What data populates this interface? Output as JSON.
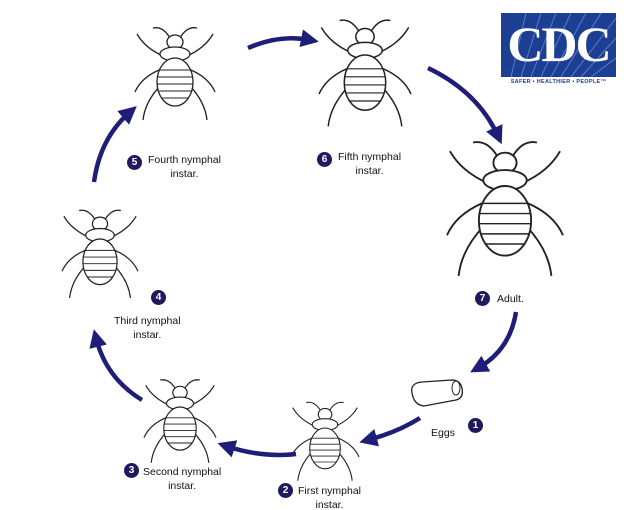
{
  "title": "Bed bug life cycle",
  "logo": {
    "text": "CDC",
    "tagline": "SAFER • HEALTHIER • PEOPLE™",
    "color": "#1c3f94"
  },
  "accent_color": "#1f1a5e",
  "stages": [
    {
      "number": "1",
      "label": "Eggs",
      "line2": ""
    },
    {
      "number": "2",
      "label": "First nymphal",
      "line2": "instar."
    },
    {
      "number": "3",
      "label": "Second nymphal",
      "line2": "instar."
    },
    {
      "number": "4",
      "label": "Third nymphal",
      "line2": "instar."
    },
    {
      "number": "5",
      "label": "Fourth nymphal",
      "line2": "instar."
    },
    {
      "number": "6",
      "label": "Fifth nymphal",
      "line2": "instar."
    },
    {
      "number": "7",
      "label": "Adult.",
      "line2": ""
    }
  ]
}
